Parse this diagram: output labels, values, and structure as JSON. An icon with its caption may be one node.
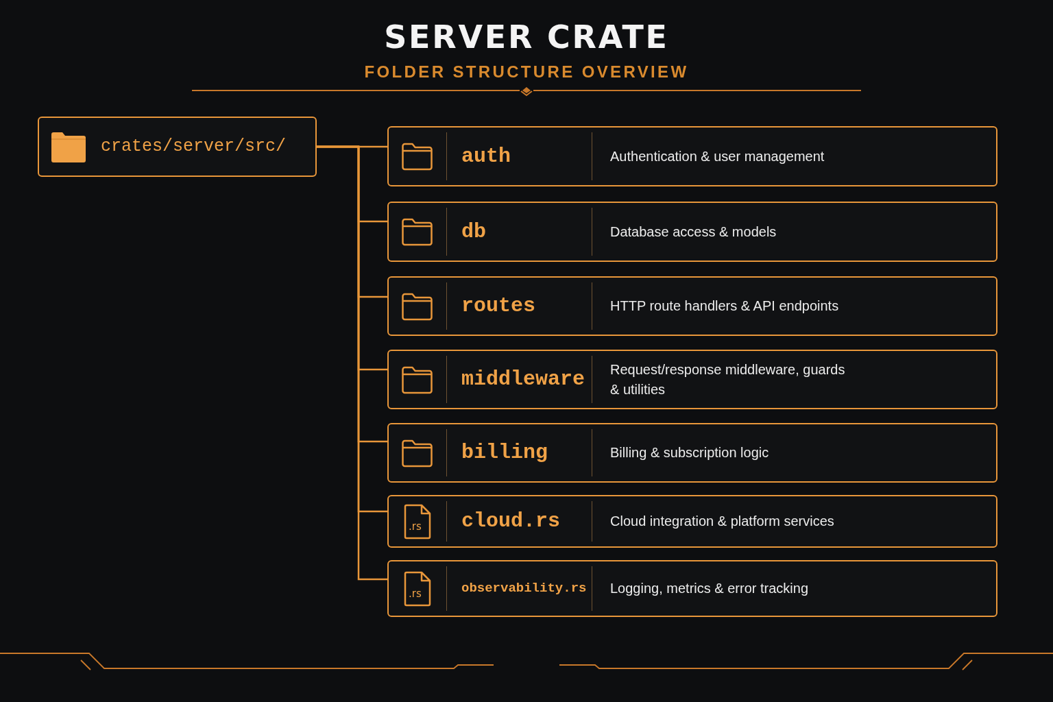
{
  "diagram": {
    "title": "SERVER CRATE",
    "nodes": [
      {
        "text": [
          "crates/server/src/"
        ]
      },
      {
        "text": [
          "auth",
          "Authentication & user management"
        ]
      },
      {
        "text": [
          "db",
          "Database access & models"
        ]
      },
      {
        "text": [
          "routes",
          "HTTP route handlers & API endpoints"
        ]
      },
      {
        "text": [
          "middleware",
          "Request/response middleware, guards & utilities"
        ]
      },
      {
        "text": [
          "billing",
          "Billing & subscription logic"
        ]
      },
      {
        "text": [
          ".rs",
          "cloud.rs",
          "Cloud integration & platform services"
        ]
      },
      {
        "text": [
          ".rs",
          "observability.rs",
          "Logging, metrics & error tracking"
        ]
      }
    ],
    "edges": [
      {
        "from": 0,
        "to": 1,
        "arrow": "none"
      },
      {
        "from": 0,
        "to": 2,
        "arrow": "none"
      },
      {
        "from": 0,
        "to": 3,
        "arrow": "none"
      },
      {
        "from": 0,
        "to": 4,
        "arrow": "none"
      },
      {
        "from": 0,
        "to": 5,
        "arrow": "none"
      },
      {
        "from": 0,
        "to": 6,
        "arrow": "none"
      },
      {
        "from": 0,
        "to": 7,
        "arrow": "none"
      }
    ],
    "labels": [
      "FOLDER STRUCTURE OVERVIEW"
    ]
  }
}
